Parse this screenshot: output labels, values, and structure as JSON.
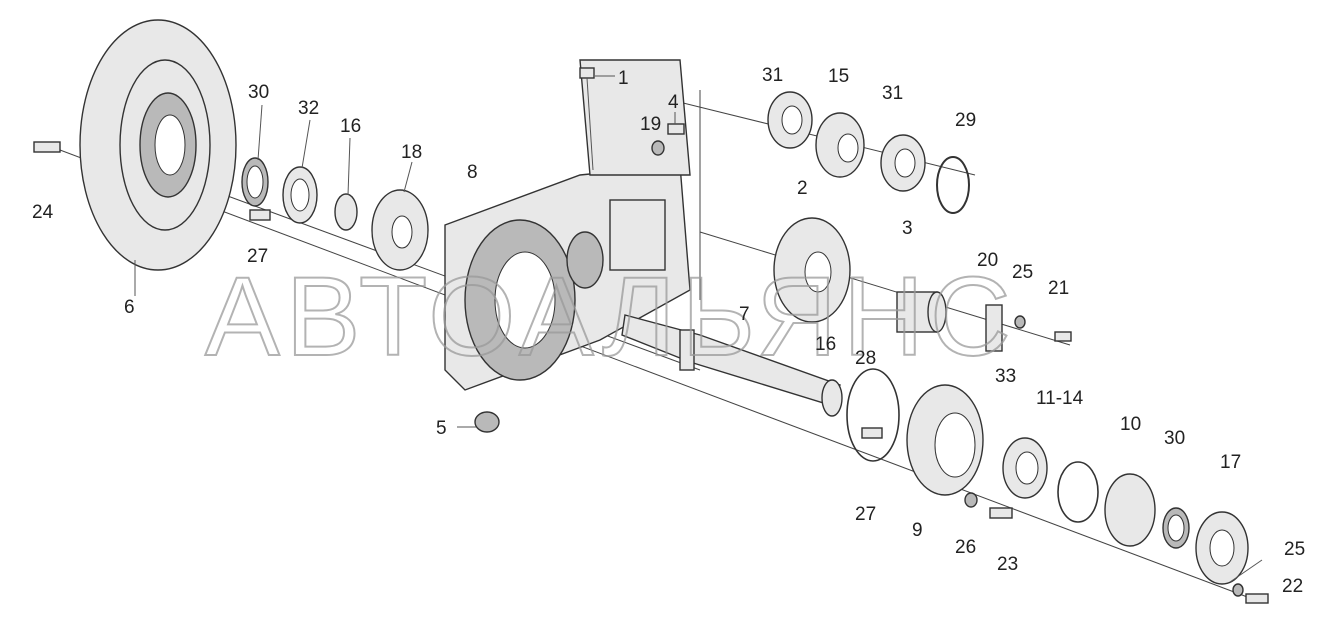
{
  "watermark": "АВТОАЛЬЯНС",
  "callouts": [
    {
      "id": "c1",
      "text": "1"
    },
    {
      "id": "c2",
      "text": "2"
    },
    {
      "id": "c3",
      "text": "3"
    },
    {
      "id": "c4",
      "text": "4"
    },
    {
      "id": "c5",
      "text": "5"
    },
    {
      "id": "c6",
      "text": "6"
    },
    {
      "id": "c7",
      "text": "7"
    },
    {
      "id": "c8",
      "text": "8"
    },
    {
      "id": "c9",
      "text": "9"
    },
    {
      "id": "c10",
      "text": "10"
    },
    {
      "id": "c11-14",
      "text": "11-14"
    },
    {
      "id": "c15",
      "text": "15"
    },
    {
      "id": "c16a",
      "text": "16"
    },
    {
      "id": "c16b",
      "text": "16"
    },
    {
      "id": "c17",
      "text": "17"
    },
    {
      "id": "c18",
      "text": "18"
    },
    {
      "id": "c19",
      "text": "19"
    },
    {
      "id": "c20",
      "text": "20"
    },
    {
      "id": "c21",
      "text": "21"
    },
    {
      "id": "c22",
      "text": "22"
    },
    {
      "id": "c23",
      "text": "23"
    },
    {
      "id": "c24",
      "text": "24"
    },
    {
      "id": "c25a",
      "text": "25"
    },
    {
      "id": "c25b",
      "text": "25"
    },
    {
      "id": "c26",
      "text": "26"
    },
    {
      "id": "c27a",
      "text": "27"
    },
    {
      "id": "c27b",
      "text": "27"
    },
    {
      "id": "c28",
      "text": "28"
    },
    {
      "id": "c29",
      "text": "29"
    },
    {
      "id": "c30a",
      "text": "30"
    },
    {
      "id": "c30b",
      "text": "30"
    },
    {
      "id": "c31a",
      "text": "31"
    },
    {
      "id": "c31b",
      "text": "31"
    },
    {
      "id": "c32",
      "text": "32"
    },
    {
      "id": "c33",
      "text": "33"
    }
  ]
}
